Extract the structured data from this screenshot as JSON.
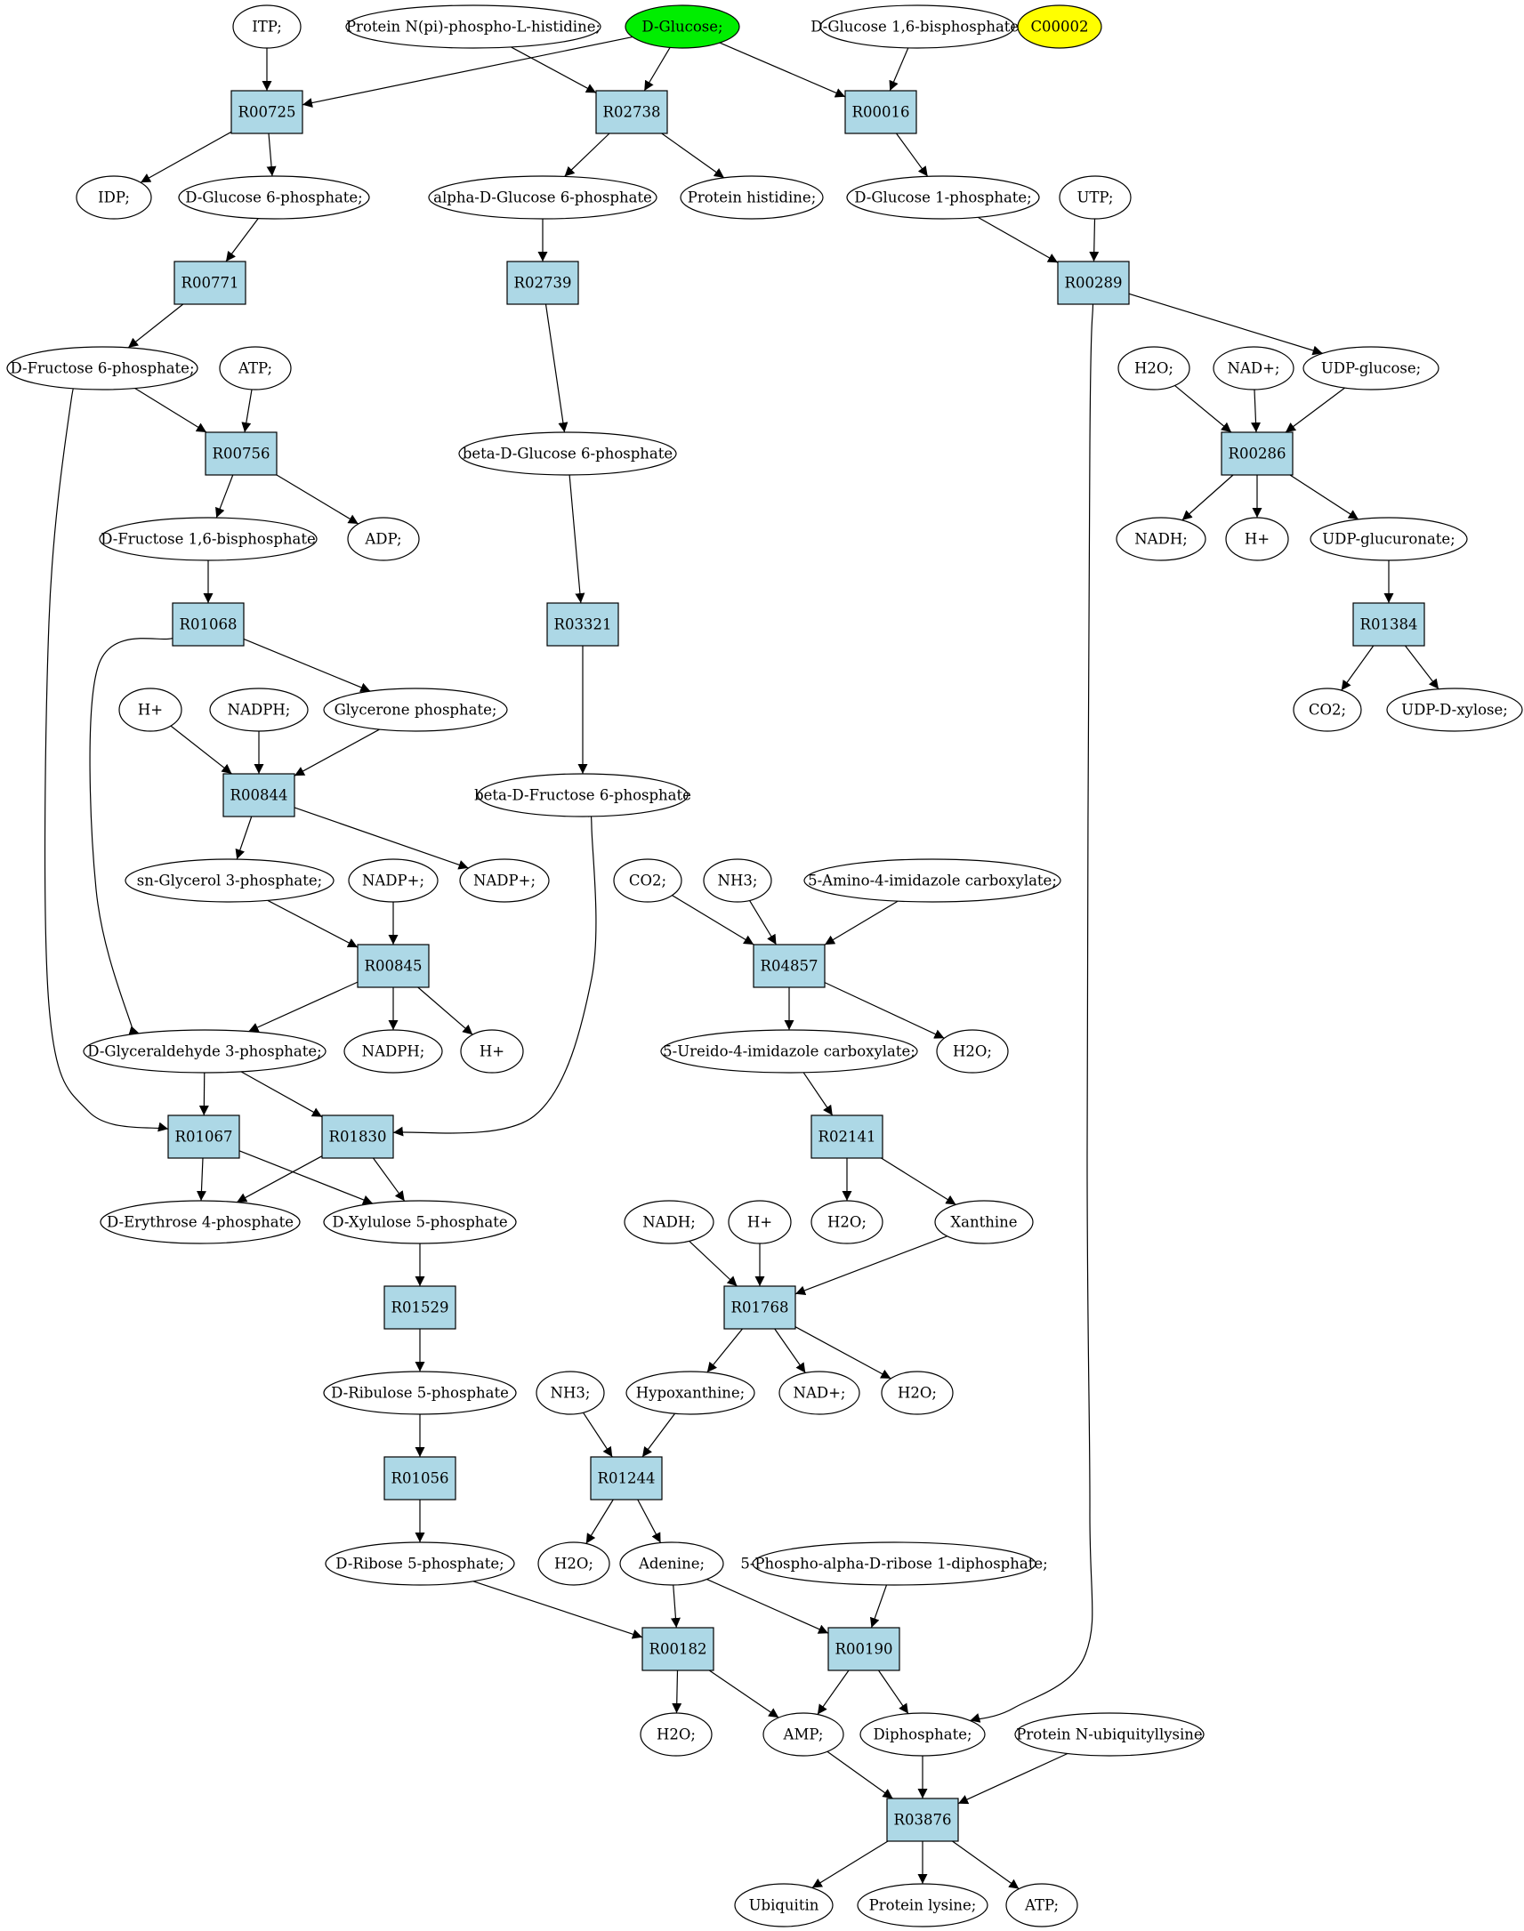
{
  "colors": {
    "reaction_fill": "#add8e6",
    "highlight_fill": "#00ee00",
    "query_fill": "#ffff00",
    "stroke": "#000000",
    "background": "#ffffff"
  },
  "compounds": {
    "itp": "ITP;",
    "protein_pi_his": "Protein N(pi)-phospho-L-histidine;",
    "d_glucose": "D-Glucose;",
    "d_glucose_16bp": "D-Glucose 1,6-bisphosphate;",
    "c00002": "C00002",
    "idp": "IDP;",
    "d_glucose_6p": "D-Glucose 6-phosphate;",
    "alpha_d_glucose_6p": "alpha-D-Glucose 6-phosphate",
    "protein_histidine": "Protein histidine;",
    "d_glucose_1p": "D-Glucose 1-phosphate;",
    "utp": "UTP;",
    "d_fructose_6p": "D-Fructose 6-phosphate;",
    "atp_1": "ATP;",
    "h2o_1": "H2O;",
    "nad_plus_1": "NAD+;",
    "udp_glucose": "UDP-glucose;",
    "beta_d_glucose_6p": "beta-D-Glucose 6-phosphate",
    "d_fructose_16bp": "D-Fructose 1,6-bisphosphate",
    "adp": "ADP;",
    "nadh_1": "NADH;",
    "h_plus_1": "H+",
    "udp_glucuronate": "UDP-glucuronate;",
    "co2_1": "CO2;",
    "udp_d_xylose": "UDP-D-xylose;",
    "h_plus_2": "H+",
    "nadph_1": "NADPH;",
    "glycerone_phosphate": "Glycerone phosphate;",
    "beta_d_fructose_6p": "beta-D-Fructose 6-phosphate",
    "sn_glycerol_3p": "sn-Glycerol 3-phosphate;",
    "nadp_plus_1": "NADP+;",
    "nadp_plus_2": "NADP+;",
    "co2_2": "CO2;",
    "nh3_1": "NH3;",
    "amino_imidazole_carboxylate": "5-Amino-4-imidazole carboxylate;",
    "d_glyceraldehyde_3p": "D-Glyceraldehyde 3-phosphate;",
    "nadph_2": "NADPH;",
    "h_plus_3": "H+",
    "ureido_imidazole_carboxylate": "5-Ureido-4-imidazole carboxylate;",
    "h2o_2": "H2O;",
    "d_erythrose_4p": "D-Erythrose 4-phosphate",
    "d_xylulose_5p": "D-Xylulose 5-phosphate",
    "nadh_2": "NADH;",
    "h_plus_4": "H+",
    "h2o_3": "H2O;",
    "xanthine": "Xanthine",
    "d_ribulose_5p": "D-Ribulose 5-phosphate",
    "nh3_2": "NH3;",
    "hypoxanthine": "Hypoxanthine;",
    "nad_plus_2": "NAD+;",
    "h2o_4": "H2O;",
    "d_ribose_5p": "D-Ribose 5-phosphate;",
    "h2o_5": "H2O;",
    "adenine": "Adenine;",
    "prpp": "5-Phospho-alpha-D-ribose 1-diphosphate;",
    "h2o_6": "H2O;",
    "amp": "AMP;",
    "diphosphate": "Diphosphate;",
    "protein_n_ubiquityllysine": "Protein N-ubiquityllysine",
    "ubiquitin": "Ubiquitin",
    "protein_lysine": "Protein lysine;",
    "atp_2": "ATP;"
  },
  "reactions": {
    "R00725": "R00725",
    "R02738": "R02738",
    "R00016": "R00016",
    "R00771": "R00771",
    "R02739": "R02739",
    "R00289": "R00289",
    "R00756": "R00756",
    "R00286": "R00286",
    "R01068": "R01068",
    "R03321": "R03321",
    "R01384": "R01384",
    "R00844": "R00844",
    "R00845": "R00845",
    "R04857": "R04857",
    "R01067": "R01067",
    "R01830": "R01830",
    "R02141": "R02141",
    "R01529": "R01529",
    "R01768": "R01768",
    "R01056": "R01056",
    "R01244": "R01244",
    "R00182": "R00182",
    "R00190": "R00190",
    "R03876": "R03876"
  }
}
